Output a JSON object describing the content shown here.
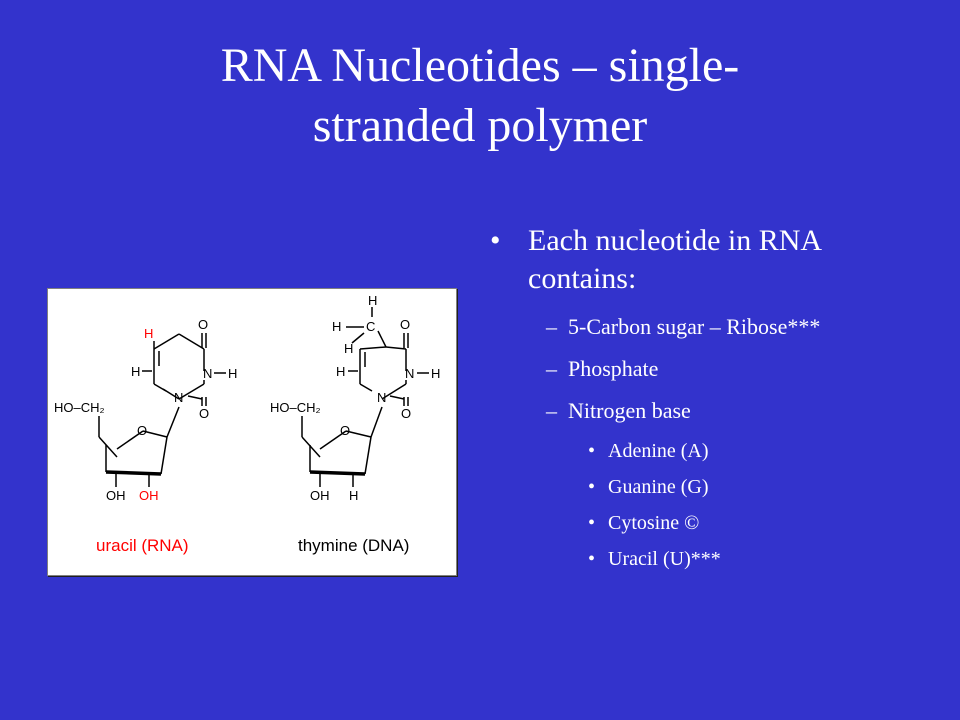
{
  "slide": {
    "title_lines": [
      "RNA Nucleotides – single-",
      "stranded polymer"
    ],
    "background_color": "#3333cc",
    "text_color": "#ffffff"
  },
  "figure": {
    "uracil": {
      "atoms": {
        "top_h": "H",
        "top_o": "O",
        "left_h": "H",
        "right_n": "N",
        "right_h": "H",
        "bottom_n": "N",
        "bottom_o": "O",
        "ho_ch2": "HO–CH₂",
        "ring_o": "O",
        "oh_left": "OH",
        "oh_right": "OH"
      },
      "caption": "uracil (RNA)"
    },
    "thymine": {
      "atoms": {
        "ch3_h_top": "H",
        "ch3_h_left": "H",
        "ch3_c": "C",
        "ch3_h_bottom": "H",
        "top_o": "O",
        "left_h": "H",
        "right_n": "N",
        "right_h": "H",
        "bottom_n": "N",
        "bottom_o": "O",
        "ho_ch2": "HO–CH₂",
        "ring_o": "O",
        "oh": "OH",
        "h_right": "H"
      },
      "caption": "thymine (DNA)"
    },
    "highlight_color": "#ff0000",
    "atom_color": "#000000"
  },
  "bullets": {
    "main": "Each nucleotide in RNA contains:",
    "marker_l1": "•",
    "marker_l2": "–",
    "marker_l3": "•",
    "sub": [
      {
        "text": "5-Carbon sugar – Ribose***"
      },
      {
        "text": "Phosphate"
      },
      {
        "text": "Nitrogen base"
      }
    ],
    "bases": [
      "Adenine (A)",
      "Guanine (G)",
      "Cytosine ©",
      "Uracil (U)***"
    ]
  }
}
